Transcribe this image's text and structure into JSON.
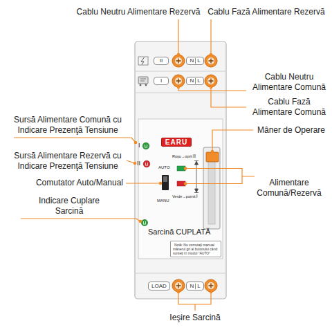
{
  "diagram": {
    "nodes": [
      {
        "text": [
          "II"
        ]
      },
      {
        "text": [
          "N",
          "L"
        ]
      },
      {
        "text": [
          "I"
        ]
      },
      {
        "text": [
          "N",
          "L"
        ]
      },
      {
        "text": [
          "EARU"
        ]
      },
      {
        "text": [
          "Notă: Nu comutaţi manual mânerul gri al butonului când sunteţi în modul \"AUTO\""
        ]
      },
      {
        "text": [
          "LOAD"
        ]
      },
      {
        "text": [
          "N",
          "L"
        ]
      }
    ],
    "labels": [
      "Cablu Neutru Alimentare Rezervă",
      "Cablu Fază Alimentare Rezervă",
      "Cablu Neutru Alimentare Comună",
      "Cablu Fază Alimentare Comună",
      "Sursă Alimentare Comună cu Indicare Prezenţă Tensiune",
      "Mâner de Operare",
      "Sursă Alimentare Rezervă cu Indicare Prezenţă Tensiune",
      "I",
      "II",
      "Roşu→oprit",
      "II",
      "AUTO",
      "Comutator Auto/Manual",
      "Alimentare Comună/Rezervă",
      "MANU",
      "Verde→pornit",
      "I",
      "Indicare Cuplare Sarcină",
      "Sarcină CUPLATĂ",
      "Ieşire Sarcină"
    ]
  }
}
